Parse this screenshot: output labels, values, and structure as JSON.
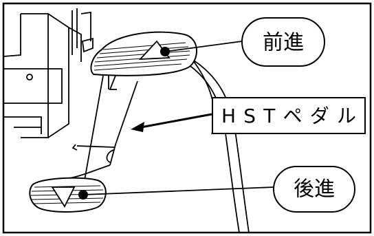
{
  "callouts": {
    "forward": "前進",
    "reverse": "後進",
    "pedal": "HSTペダル"
  },
  "colors": {
    "line": "#000000",
    "background": "#ffffff"
  }
}
